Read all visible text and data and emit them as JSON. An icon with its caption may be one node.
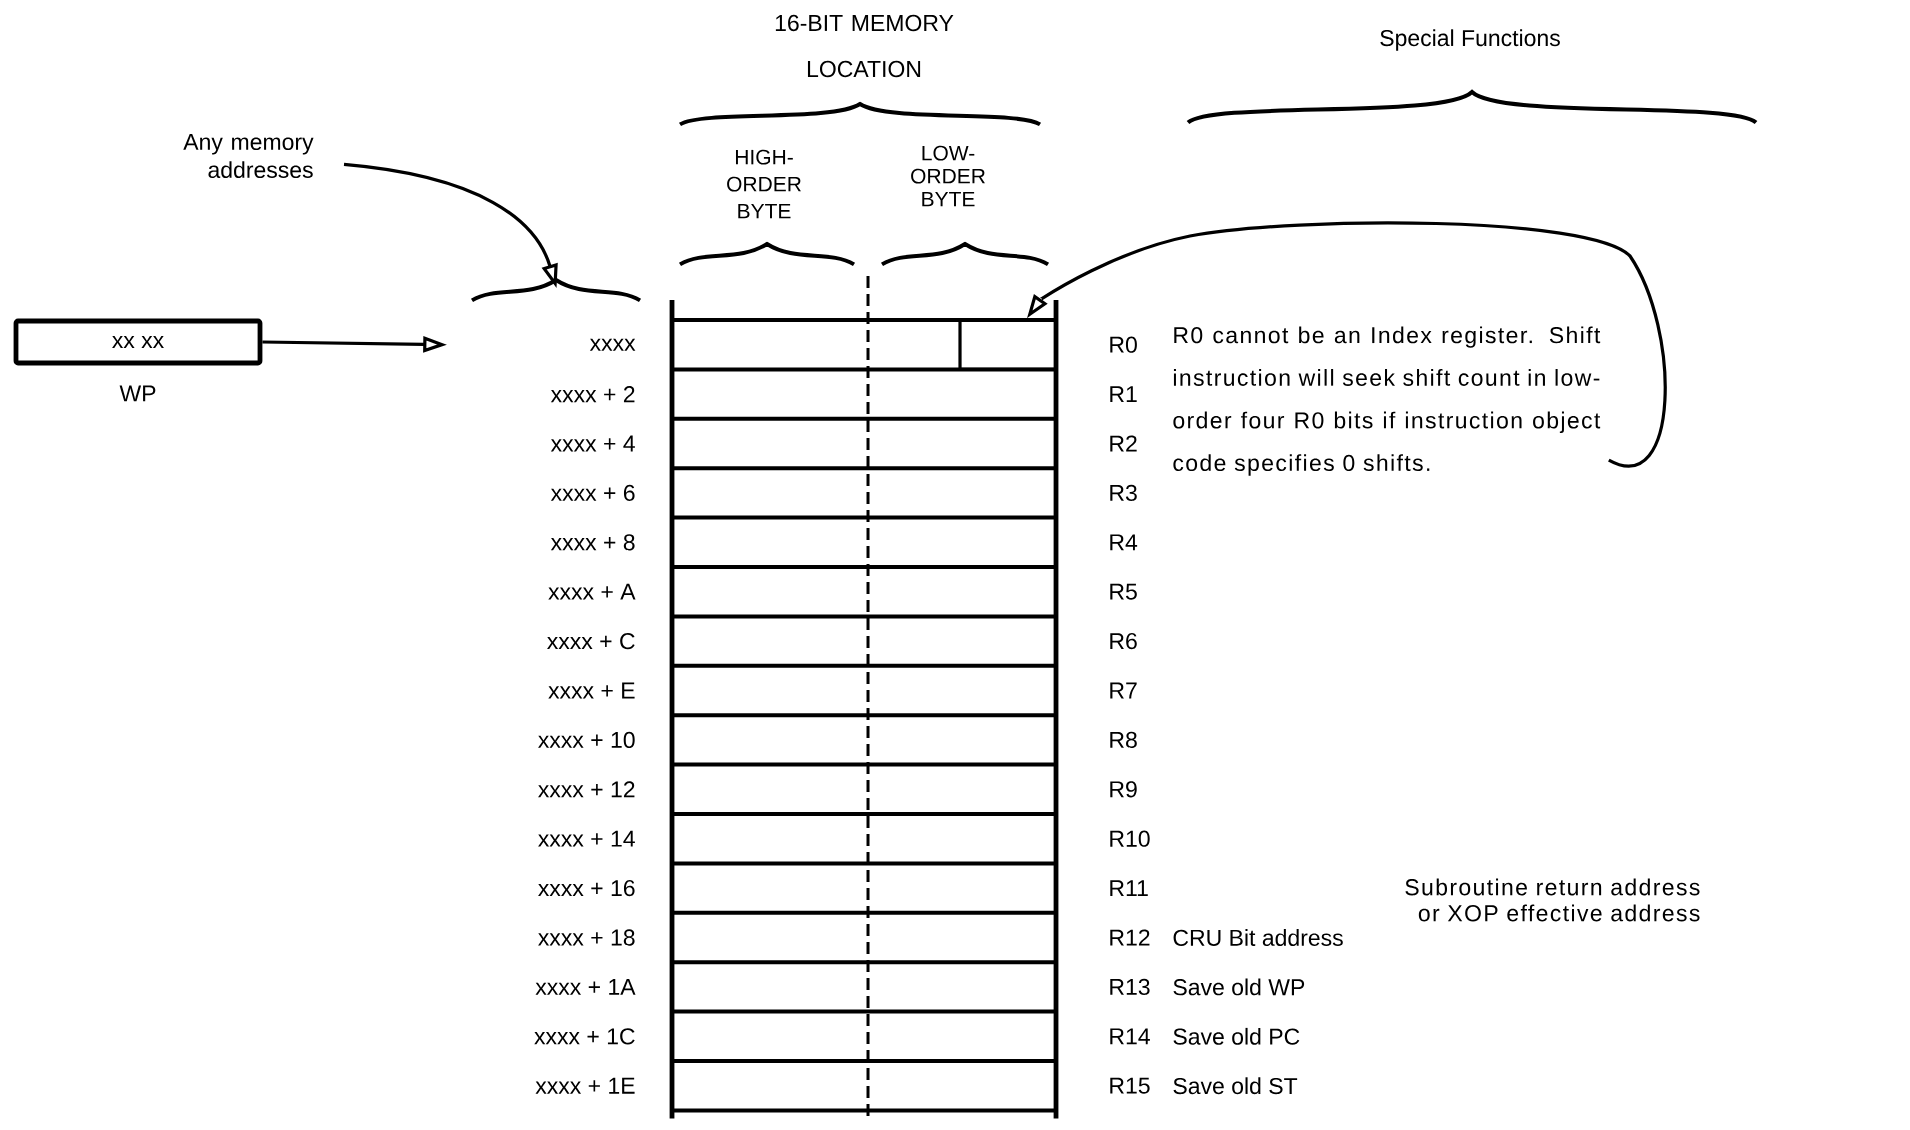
{
  "diagram": {
    "nodes": [
      {
        "text": [
          "xx xx"
        ],
        "beside": [
          "WP"
        ]
      },
      {
        "text": [
          "Any memory addresses"
        ]
      },
      {
        "text": [
          "xxxx"
        ]
      },
      {
        "text": [],
        "shape": "box"
      },
      {
        "text": [
          "R0 cannot be an Index register. Shift instruction will seek shift count in low-order four R0 bits if instruction object code specifies 0 shifts."
        ]
      }
    ],
    "edges": [
      {
        "from": 0,
        "to": 2,
        "arrow": "to"
      },
      {
        "from": 1,
        "to": 2,
        "arrow": "to"
      },
      {
        "from": 4,
        "to": 3,
        "arrow": "to"
      }
    ],
    "labels": [
      "16-BIT MEMORY LOCATION",
      "Special Functions",
      "HIGH-ORDER BYTE",
      "LOW-ORDER BYTE",
      "R0",
      "xxxx + 2",
      "R1",
      "xxxx + 4",
      "R2",
      "xxxx + 6",
      "R3",
      "xxxx + 8",
      "R4",
      "xxxx + A",
      "R5",
      "xxxx + C",
      "R6",
      "xxxx + E",
      "R7",
      "xxxx + 10",
      "R8",
      "xxxx + 12",
      "R9",
      "xxxx + 14",
      "R10",
      "xxxx + 16",
      "R11",
      "Subroutine return address or XOP effective address",
      "xxxx + 18",
      "R12",
      "CRU Bit address",
      "xxxx + 1A",
      "R13",
      "Save old WP",
      "xxxx + 1C",
      "R14",
      "Save old PC",
      "xxxx + 1E",
      "R15",
      "Save old ST"
    ]
  }
}
